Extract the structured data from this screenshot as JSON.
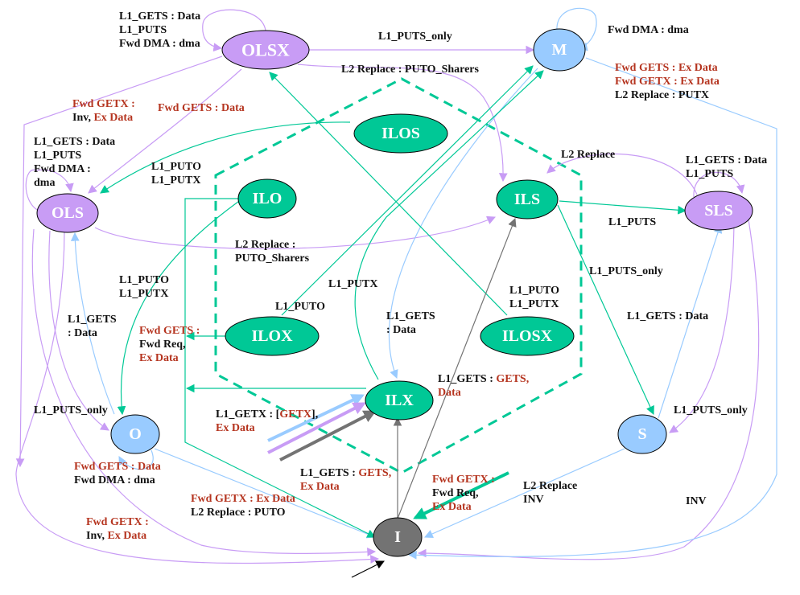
{
  "colors": {
    "purple": "#c89cf5",
    "blue": "#99cbff",
    "green": "#00c896",
    "gray": "#737373",
    "red_text": "#b5341f",
    "black_text": "#111111",
    "node_text": "#ffffff"
  },
  "nodes": [
    {
      "id": "OLSX",
      "label": "OLSX",
      "color": "purple"
    },
    {
      "id": "M",
      "label": "M",
      "color": "blue"
    },
    {
      "id": "OLS",
      "label": "OLS",
      "color": "purple"
    },
    {
      "id": "ILOS",
      "label": "ILOS",
      "color": "green"
    },
    {
      "id": "ILO",
      "label": "ILO",
      "color": "green"
    },
    {
      "id": "ILS",
      "label": "ILS",
      "color": "green"
    },
    {
      "id": "SLS",
      "label": "SLS",
      "color": "purple"
    },
    {
      "id": "ILOX",
      "label": "ILOX",
      "color": "green"
    },
    {
      "id": "ILOSX",
      "label": "ILOSX",
      "color": "green"
    },
    {
      "id": "ILX",
      "label": "ILX",
      "color": "green"
    },
    {
      "id": "O",
      "label": "O",
      "color": "blue"
    },
    {
      "id": "S",
      "label": "S",
      "color": "blue"
    },
    {
      "id": "I",
      "label": "I",
      "color": "gray"
    }
  ],
  "labels": [
    {
      "id": "olsx-self",
      "lines": [
        [
          [
            "L1_GETS : Data",
            "b"
          ]
        ],
        [
          [
            "L1_PUTS",
            "b"
          ]
        ],
        [
          [
            "Fwd DMA : dma",
            "b"
          ]
        ]
      ]
    },
    {
      "id": "olsx-m",
      "lines": [
        [
          [
            "L1_PUTS_only",
            "b"
          ]
        ]
      ]
    },
    {
      "id": "olsx-ils",
      "lines": [
        [
          [
            "L2 Replace : PUTO_Sharers",
            "b"
          ]
        ]
      ]
    },
    {
      "id": "m-self",
      "lines": [
        [
          [
            "Fwd DMA  : dma",
            "b"
          ]
        ]
      ]
    },
    {
      "id": "m-i",
      "lines": [
        [
          [
            "Fwd GETS  : Ex Data",
            "r"
          ]
        ],
        [
          [
            "Fwd GETX : Ex Data",
            "r"
          ]
        ],
        [
          [
            "L2 Replace : PUTX",
            "b"
          ]
        ]
      ]
    },
    {
      "id": "olsx-i",
      "lines": [
        [
          [
            "Fwd GETX :",
            "r"
          ]
        ],
        [
          [
            "Inv, ",
            "b"
          ],
          [
            "Ex Data",
            "r"
          ]
        ]
      ]
    },
    {
      "id": "olsx-ols",
      "lines": [
        [
          [
            "Fwd GETS : Data",
            "r"
          ]
        ]
      ]
    },
    {
      "id": "ols-self",
      "lines": [
        [
          [
            "L1_GETS : Data",
            "b"
          ]
        ],
        [
          [
            "L1_PUTS",
            "b"
          ]
        ],
        [
          [
            "Fwd DMA :",
            "b"
          ]
        ],
        [
          [
            "dma",
            "b"
          ]
        ]
      ]
    },
    {
      "id": "ilos-ols",
      "lines": [
        [
          [
            "L1_PUTO",
            "b"
          ]
        ],
        [
          [
            "L1_PUTX",
            "b"
          ]
        ]
      ]
    },
    {
      "id": "ils-sls-replace",
      "lines": [
        [
          [
            "L2 Replace",
            "b"
          ]
        ]
      ]
    },
    {
      "id": "sls-self",
      "lines": [
        [
          [
            "L1_GETS : Data",
            "b"
          ]
        ],
        [
          [
            "L1_PUTS",
            "b"
          ]
        ]
      ]
    },
    {
      "id": "ils-sls",
      "lines": [
        [
          [
            "L1_PUTS",
            "b"
          ]
        ]
      ]
    },
    {
      "id": "ols-ils",
      "lines": [
        [
          [
            "L2 Replace :",
            "b"
          ]
        ],
        [
          [
            "PUTO_Sharers",
            "b"
          ]
        ]
      ]
    },
    {
      "id": "ilo-o",
      "lines": [
        [
          [
            "L1_PUTO",
            "b"
          ]
        ],
        [
          [
            "L1_PUTX",
            "b"
          ]
        ]
      ]
    },
    {
      "id": "ilx-m",
      "lines": [
        [
          [
            "L1_PUTX",
            "b"
          ]
        ]
      ]
    },
    {
      "id": "ilox-m",
      "lines": [
        [
          [
            "L1_PUTO",
            "b"
          ]
        ]
      ]
    },
    {
      "id": "o-ols",
      "lines": [
        [
          [
            "L1_GETS",
            "b"
          ]
        ],
        [
          [
            ": Data",
            "b"
          ]
        ]
      ]
    },
    {
      "id": "ilox-fwd",
      "lines": [
        [
          [
            "Fwd GETS :",
            "r"
          ]
        ],
        [
          [
            "Fwd Req,",
            "b"
          ]
        ],
        [
          [
            "Ex Data",
            "r"
          ]
        ]
      ]
    },
    {
      "id": "m-ilx",
      "lines": [
        [
          [
            "L1_GETS",
            "b"
          ]
        ],
        [
          [
            ": Data",
            "b"
          ]
        ]
      ]
    },
    {
      "id": "ilosx-olsx",
      "lines": [
        [
          [
            "L1_PUTO",
            "b"
          ]
        ],
        [
          [
            "L1_PUTX",
            "b"
          ]
        ]
      ]
    },
    {
      "id": "ils-s",
      "lines": [
        [
          [
            "L1_PUTS_only",
            "b"
          ]
        ]
      ]
    },
    {
      "id": "s-sls",
      "lines": [
        [
          [
            "L1_GETS : Data",
            "b"
          ]
        ]
      ]
    },
    {
      "id": "i-ils",
      "lines": [
        [
          [
            "L1_GETS : ",
            "b"
          ],
          [
            "GETS,",
            "r"
          ]
        ],
        [
          [
            "Data",
            "r"
          ]
        ]
      ]
    },
    {
      "id": "ols-o",
      "lines": [
        [
          [
            "L1_PUTS_only",
            "b"
          ]
        ]
      ]
    },
    {
      "id": "x-ilx",
      "lines": [
        [
          [
            "L1_GETX : [",
            "b"
          ],
          [
            "GETX",
            "r"
          ],
          [
            "],",
            "b"
          ]
        ],
        [
          [
            "Ex Data",
            "r"
          ]
        ]
      ]
    },
    {
      "id": "sls-s",
      "lines": [
        [
          [
            "L1_PUTS_only",
            "b"
          ]
        ]
      ]
    },
    {
      "id": "o-self",
      "lines": [
        [
          [
            "Fwd GETS : Data",
            "r"
          ]
        ],
        [
          [
            "Fwd DMA  : dma",
            "b"
          ]
        ]
      ]
    },
    {
      "id": "i-ilx",
      "lines": [
        [
          [
            "L1_GETS : ",
            "b"
          ],
          [
            "GETS,",
            "r"
          ]
        ],
        [
          [
            "Ex Data",
            "r"
          ]
        ]
      ]
    },
    {
      "id": "fwd-getx-i",
      "lines": [
        [
          [
            "Fwd GETX :",
            "r"
          ]
        ],
        [
          [
            "Fwd Req,",
            "b"
          ]
        ],
        [
          [
            "Ex Data",
            "r"
          ]
        ]
      ]
    },
    {
      "id": "o-i",
      "lines": [
        [
          [
            "Fwd GETX : Ex Data",
            "r"
          ]
        ],
        [
          [
            "L2 Replace : PUTO",
            "b"
          ]
        ]
      ]
    },
    {
      "id": "s-i",
      "lines": [
        [
          [
            "L2 Replace",
            "b"
          ]
        ],
        [
          [
            "INV",
            "b"
          ]
        ]
      ]
    },
    {
      "id": "sls-i",
      "lines": [
        [
          [
            "INV",
            "b"
          ]
        ]
      ]
    },
    {
      "id": "ols-i",
      "lines": [
        [
          [
            "Fwd GETX :",
            "r"
          ]
        ],
        [
          [
            "Inv, ",
            "b"
          ],
          [
            "Ex Data",
            "r"
          ]
        ]
      ]
    }
  ]
}
